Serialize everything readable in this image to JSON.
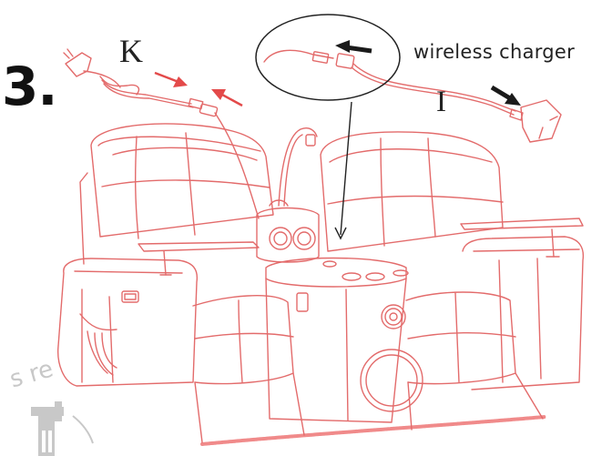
{
  "step": {
    "number": "3."
  },
  "labels": {
    "k": "K",
    "i": "I",
    "wireless_charger": "wireless charger"
  },
  "watermark": {
    "text": "s re"
  },
  "colors": {
    "line_art": "#e36b6b",
    "led_strip": "#f08a8a",
    "ink": "#222222",
    "arrow_dark": "#1a1a1a",
    "arrow_red": "#e34a4a",
    "watermark": "#c8c8c8"
  }
}
